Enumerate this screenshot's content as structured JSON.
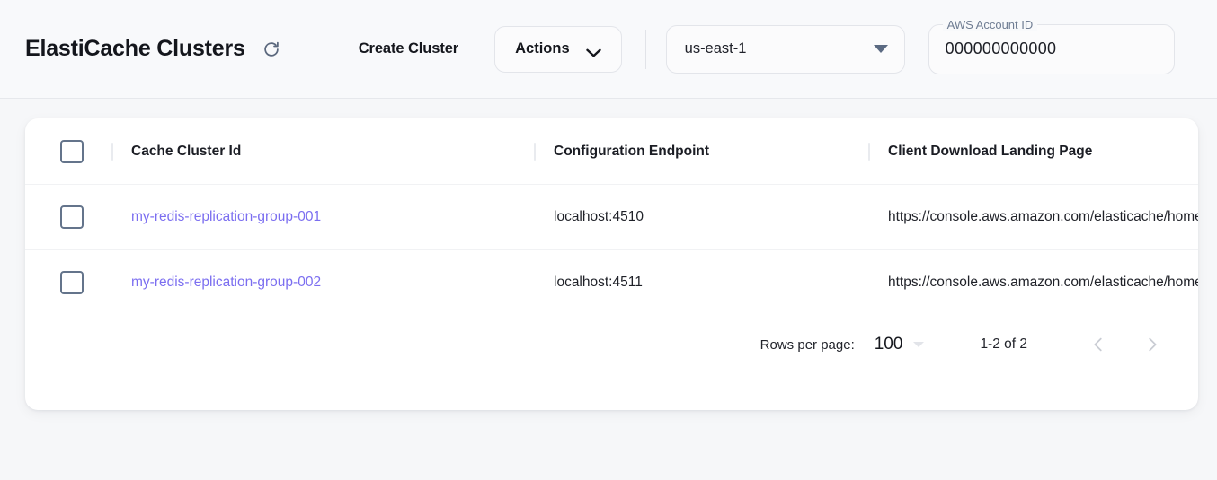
{
  "header": {
    "title": "ElastiCache Clusters",
    "refresh_icon": "refresh-icon",
    "create_label": "Create Cluster",
    "actions_label": "Actions",
    "actions_caret_icon": "chevron-down-icon",
    "region": {
      "value": "us-east-1",
      "caret_icon": "caret-down-icon"
    },
    "account": {
      "legend": "AWS Account ID",
      "value": "000000000000"
    }
  },
  "table": {
    "columns": [
      "Cache Cluster Id",
      "Configuration Endpoint",
      "Client Download Landing Page"
    ],
    "rows": [
      {
        "cluster_id": "my-redis-replication-group-001",
        "endpoint": "localhost:4510",
        "landing_page": "https://console.aws.amazon.com/elasticache/home"
      },
      {
        "cluster_id": "my-redis-replication-group-002",
        "endpoint": "localhost:4511",
        "landing_page": "https://console.aws.amazon.com/elasticache/home"
      }
    ]
  },
  "pagination": {
    "rows_per_page_label": "Rows per page:",
    "rows_per_page_value": "100",
    "range_label": "1-2 of 2",
    "prev_icon": "chevron-left-icon",
    "next_icon": "chevron-right-icon"
  },
  "colors": {
    "link": "#7b6ef0",
    "page_bg": "#f6f7f9",
    "card_bg": "#ffffff",
    "checkbox_border": "#64748b"
  }
}
